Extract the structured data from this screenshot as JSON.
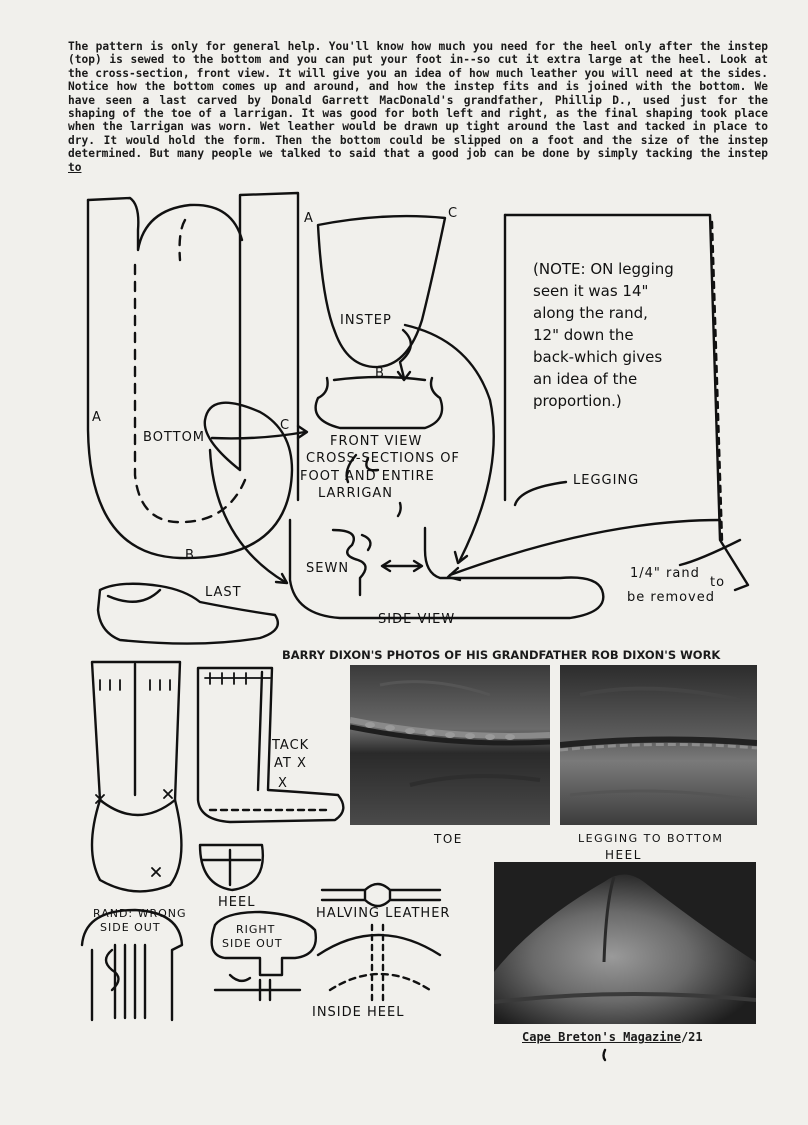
{
  "intro_text": "The pattern is only for general help. You'll know how much you need for the heel only after the instep (top) is sewed to the bottom and you can put your foot in--so cut it extra large at the heel. Look at the cross-section, front view. It will give you an idea of how much leather you will need at the sides. Notice how the bottom comes up and around, and how the instep fits and is joined with the bottom. We have seen a last carved by Donald Garrett MacDonald's grandfather, Phillip D., used just for the shaping of the toe of a larrigan. It was good for both left and right, as the final shaping took place when the larrigan was worn. Wet leather would be drawn up tight around the last and tacked in place to dry. It would hold the form. Then the bottom could be slipped on a foot and the size of the instep determined. But many people we talked to said that a good job can be done by simply tacking the instep",
  "intro_last_word": "to",
  "labels": {
    "a_left": "A",
    "bottom": "BOTTOM",
    "c_bottom": "C",
    "b_bottom": "B",
    "a_instep": "A",
    "c_instep": "C",
    "instep": "INSTEP",
    "b_instep": "B",
    "front_view": "FRONT VIEW",
    "cross_sections": "CROSS-SECTIONS OF",
    "foot_entire": "FOOT AND ENTIRE",
    "larrigan": "LARRIGAN",
    "sewn": "SEWN",
    "side_view": "SIDE VIEW",
    "last": "LAST",
    "legging": "LEGGING",
    "rand_a": "1/4\" rand",
    "rand_b": "to",
    "rand_c": "be removed",
    "tack_a": "TACK",
    "tack_b": "AT X",
    "tack_x": "X",
    "heel": "HEEL",
    "halving": "HALVING LEATHER",
    "inside_heel": "INSIDE HEEL",
    "rand_wrong_a": "RAND: WRONG",
    "rand_wrong_b": "SIDE OUT",
    "right_a": "RIGHT",
    "right_b": "SIDE OUT"
  },
  "note_lines": [
    "(NOTE: ON legging",
    "seen it was 14\"",
    "along the rand,",
    "12\" down the",
    "back-which gives",
    "an idea of the",
    "proportion.)"
  ],
  "photos_title": "BARRY DIXON'S PHOTOS OF HIS GRANDFATHER ROB DIXON'S WORK",
  "captions": {
    "toe": "TOE",
    "legging_to_bottom": "LEGGING TO BOTTOM",
    "heel": "HEEL"
  },
  "footer": {
    "magazine": "Cape Breton's Magazine",
    "page": "/21"
  }
}
